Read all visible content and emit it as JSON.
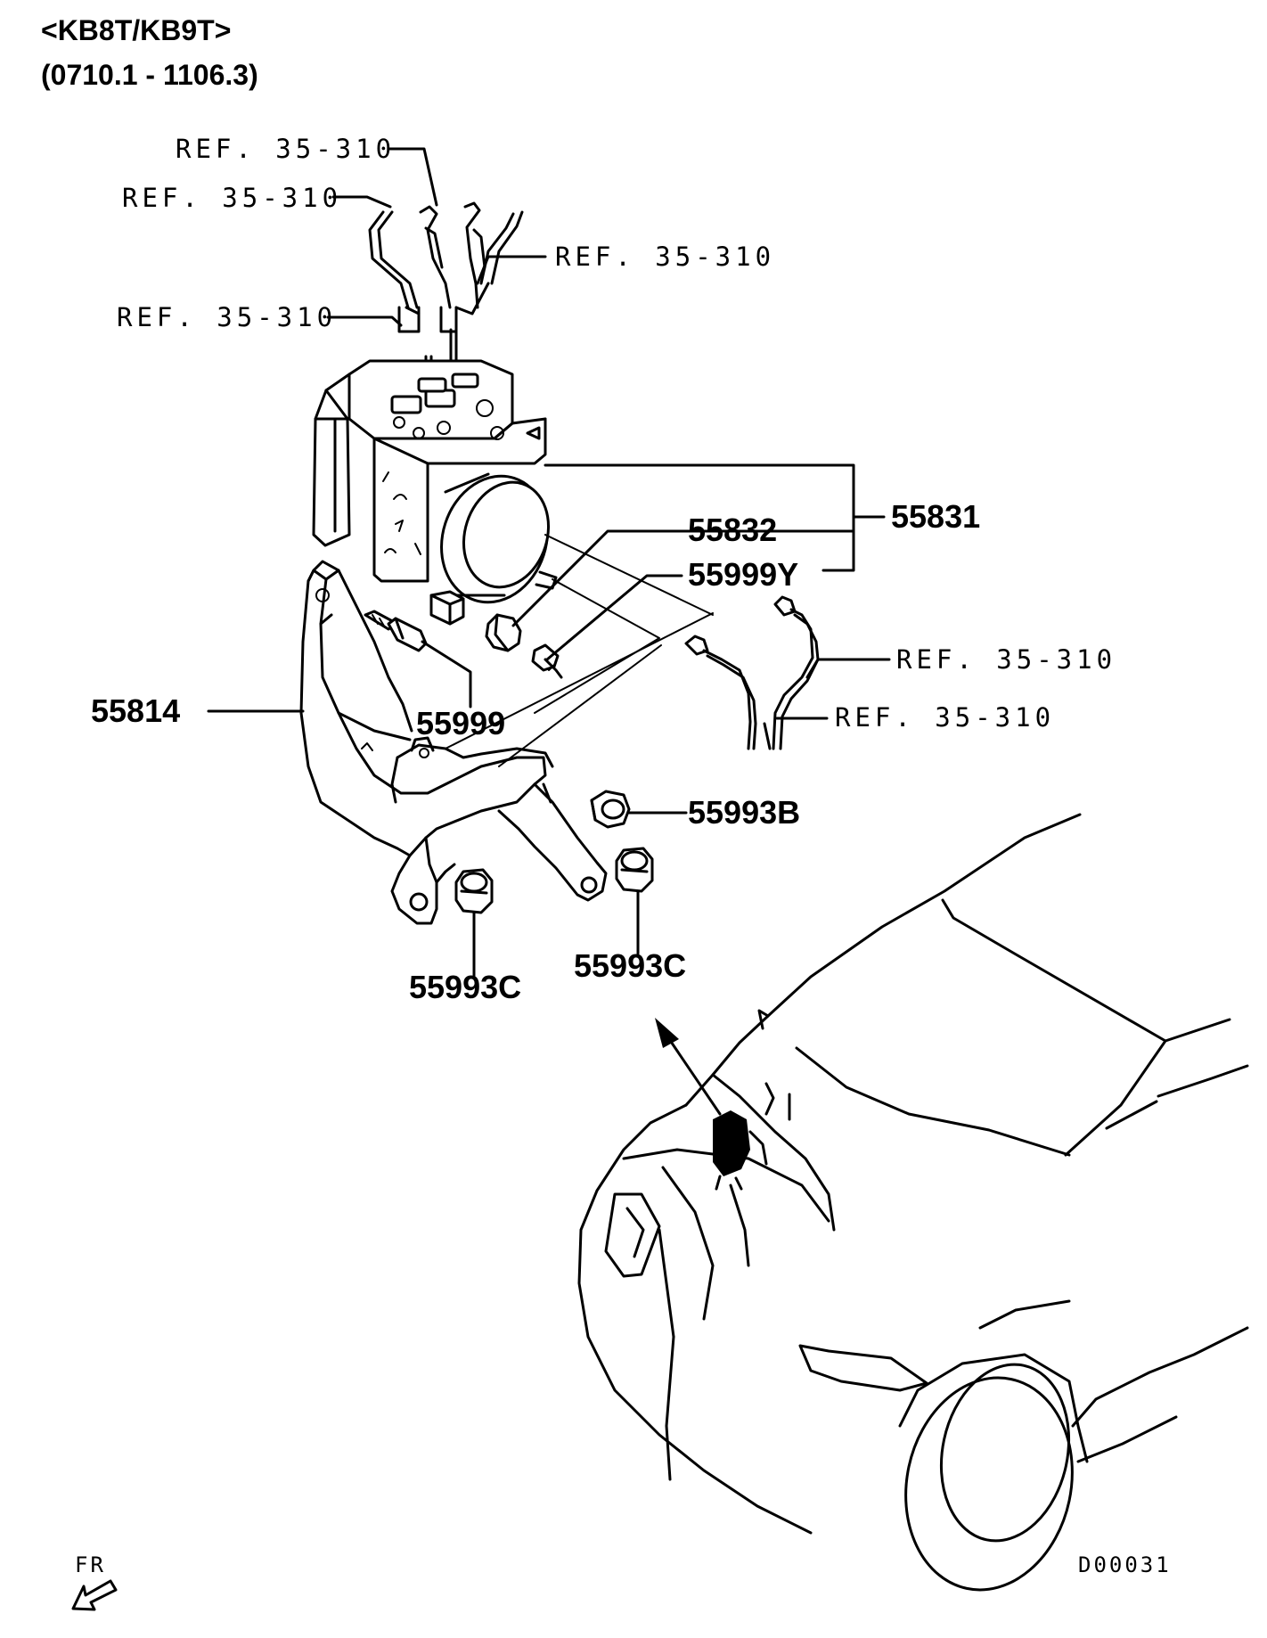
{
  "header": {
    "model": "<KB8T/KB9T>",
    "date_range": "(0710.1 - 1106.3)"
  },
  "callouts": {
    "ref_1": "REF. 35-310",
    "ref_2": "REF. 35-310",
    "ref_3": "REF. 35-310",
    "ref_4": "REF. 35-310",
    "ref_5": "REF. 35-310",
    "ref_6": "REF. 35-310",
    "p55831": "55831",
    "p55832": "55832",
    "p55999Y": "55999Y",
    "p55814": "55814",
    "p55999": "55999",
    "p55993B": "55993B",
    "p55993C_left": "55993C",
    "p55993C_right": "55993C"
  },
  "orientation": {
    "front_label": "FR",
    "icon": "front-direction-arrow-icon"
  },
  "figure_code": "D00031"
}
